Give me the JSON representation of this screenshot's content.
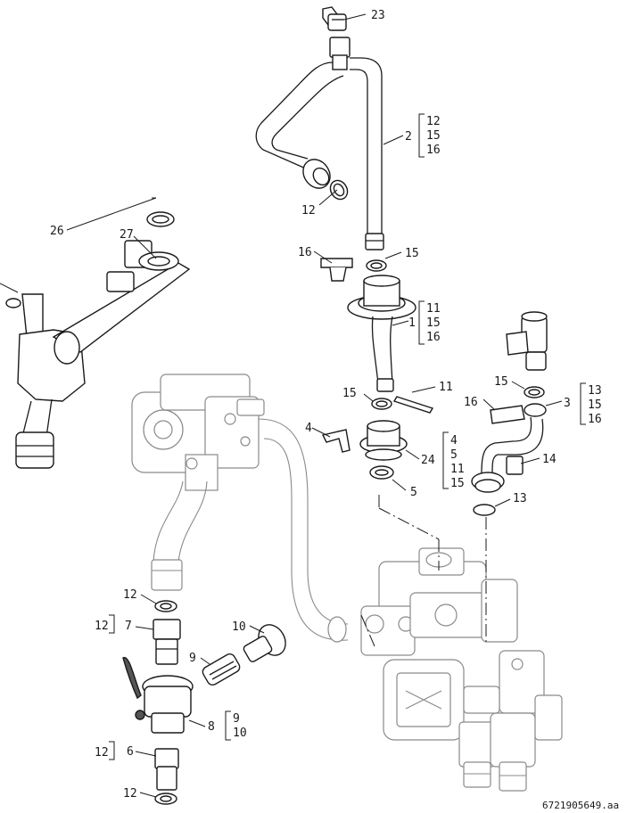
{
  "labels": {
    "p23": "23",
    "p2": "2",
    "p12a": "12",
    "p16a": "16",
    "p15a": "15",
    "p1": "1",
    "p26": "26",
    "p27": "27",
    "p15b": "15",
    "p11a": "11",
    "p4a": "4",
    "p24": "24",
    "p5a": "5",
    "p15c": "15",
    "p16b": "16",
    "p3": "3",
    "p14": "14",
    "p13": "13",
    "p12b": "12",
    "p12c": "12",
    "p7": "7",
    "p10a": "10",
    "p9a": "9",
    "p8": "8",
    "p12d": "12",
    "p6": "6",
    "p12e": "12"
  },
  "groups": {
    "g2": [
      "12",
      "15",
      "16"
    ],
    "g1": [
      "11",
      "15",
      "16"
    ],
    "g3": [
      "13",
      "15",
      "16"
    ],
    "g24": [
      "4",
      "5",
      "11",
      "15"
    ],
    "g8": [
      "9",
      "10"
    ]
  },
  "drawing_code": "6721905649.aa"
}
